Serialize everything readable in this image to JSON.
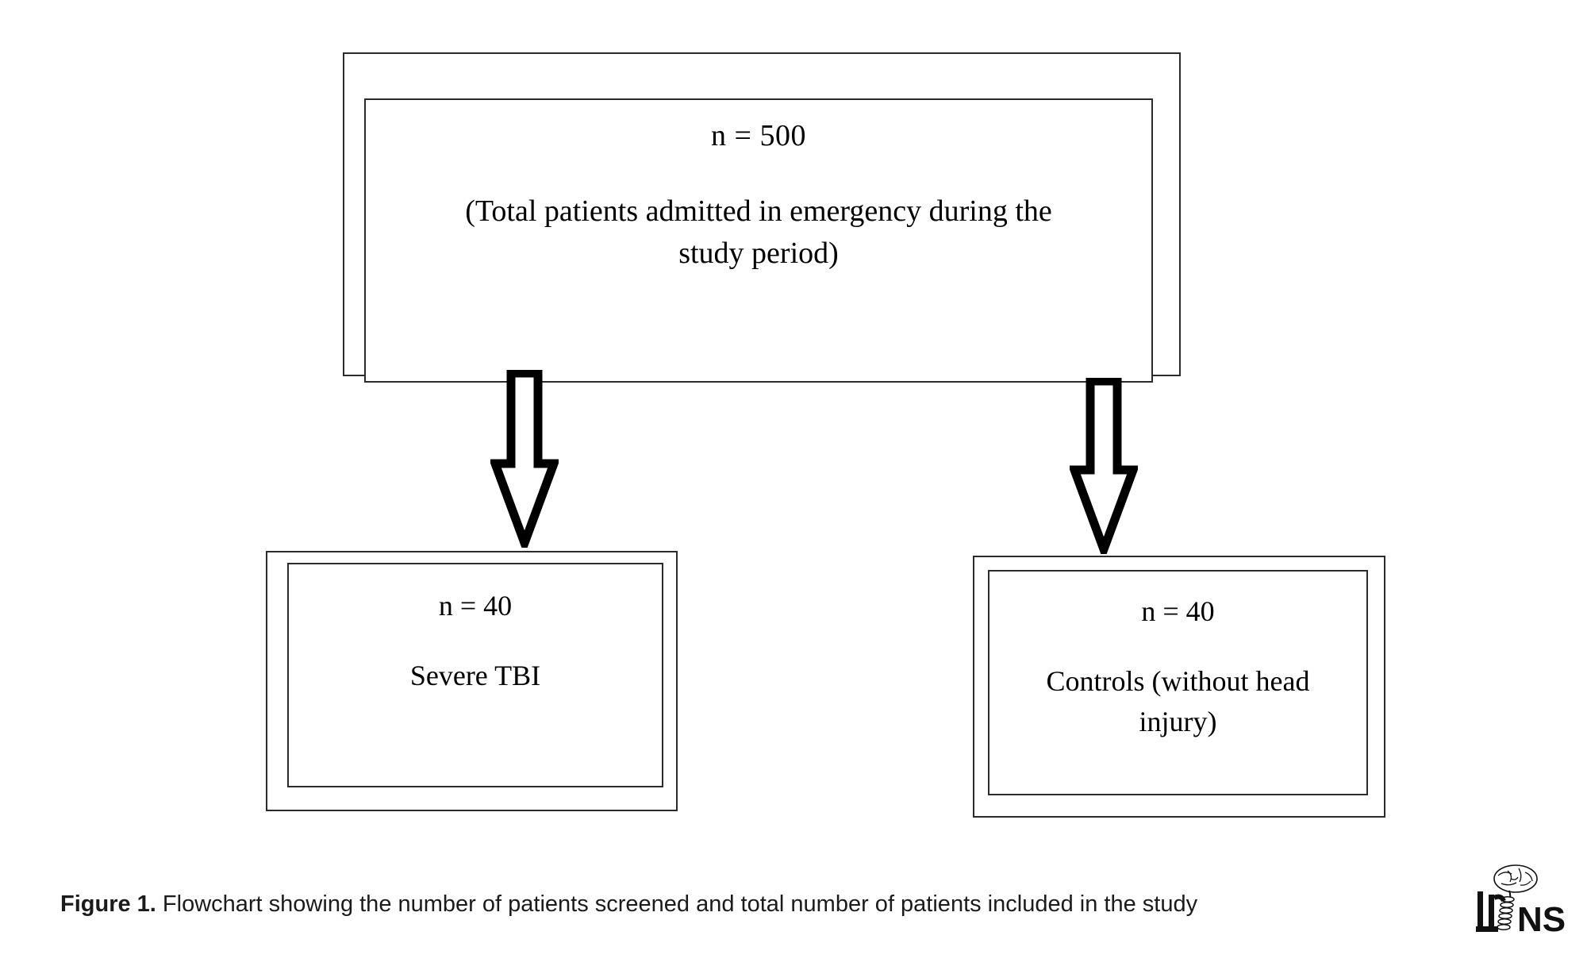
{
  "figure": {
    "caption_label": "Figure 1.",
    "caption_text": " Flowchart showing the number of patients screened and total number of patients included in the study",
    "logo_text": "IJNS",
    "line_color": "#2b2b2b",
    "background": "#ffffff"
  },
  "flowchart": {
    "type": "flowchart",
    "orientation": "top-down",
    "nodes": [
      {
        "id": "total-screened",
        "count_label": "n = 500",
        "description": "(Total patients admitted in emergency during the study period)",
        "value": 500
      },
      {
        "id": "severe-tbi",
        "count_label": "n = 40",
        "description": "Severe TBI",
        "value": 40
      },
      {
        "id": "controls",
        "count_label": "n = 40",
        "description": "Controls (without head injury)",
        "value": 40
      }
    ],
    "edges": [
      {
        "from": "total-screened",
        "to": "severe-tbi",
        "style": "block-arrow-down"
      },
      {
        "from": "total-screened",
        "to": "controls",
        "style": "block-arrow-down"
      }
    ]
  }
}
